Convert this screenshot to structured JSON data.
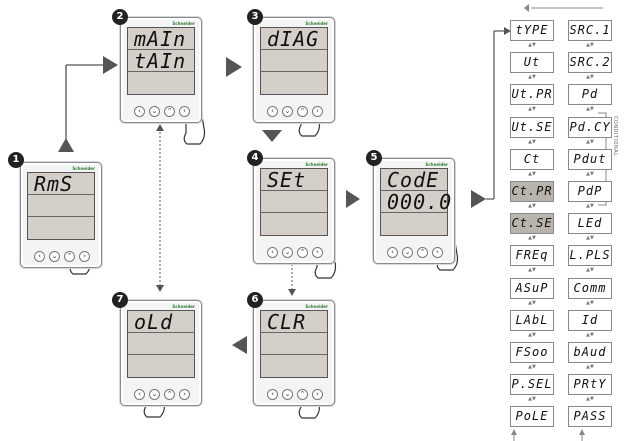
{
  "brand": "Schneider",
  "meters": [
    {
      "step": "1",
      "rows": [
        "RmS",
        "",
        ""
      ]
    },
    {
      "step": "2",
      "rows": [
        "mAIn",
        "tAIn",
        ""
      ]
    },
    {
      "step": "3",
      "rows": [
        "dIAG",
        "",
        ""
      ]
    },
    {
      "step": "4",
      "rows": [
        "SEt",
        "",
        ""
      ]
    },
    {
      "step": "5",
      "rows": [
        "CodE",
        "000.0",
        ""
      ]
    },
    {
      "step": "6",
      "rows": [
        "CLR",
        "",
        ""
      ]
    },
    {
      "step": "7",
      "rows": [
        "oLd",
        "",
        ""
      ]
    }
  ],
  "buttons": [
    "‹",
    "⌄",
    "⌃",
    "›"
  ],
  "parameters_col1": [
    "tYPE",
    "Ut",
    "Ut.PR",
    "Ut.SE",
    "Ct",
    "Ct.PR",
    "Ct.SE",
    "FREq",
    "ASuP",
    "LAbL",
    "FSoo",
    "P.SEL",
    "PoLE"
  ],
  "parameters_col2": [
    "SRC.1",
    "SRC.2",
    "Pd",
    "Pd.CY",
    "Pdut",
    "PdP",
    "LEd",
    "L.PLS",
    "Comm",
    "Id",
    "bAud",
    "PRtY",
    "PASS"
  ],
  "highlighted": [
    "Ct.PR",
    "Ct.SE"
  ],
  "side_note": "CONDITIONAL"
}
